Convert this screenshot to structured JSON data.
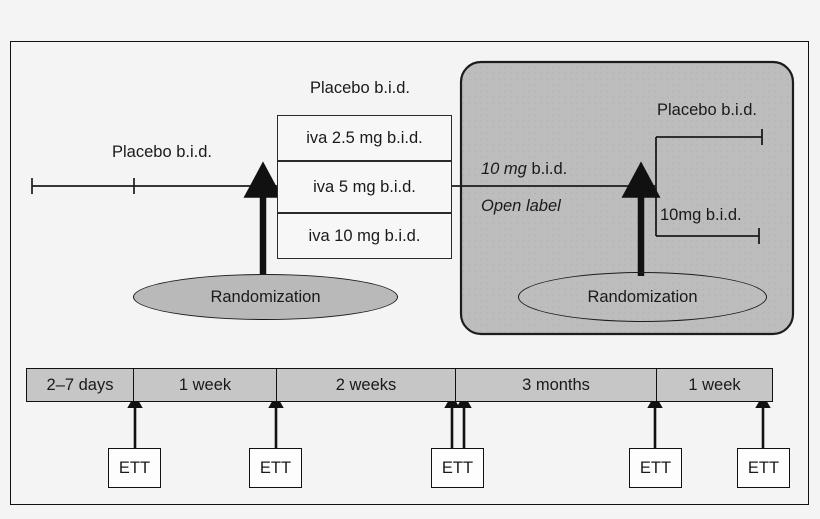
{
  "figure": {
    "type": "clinical-trial-design-diagram",
    "colors": {
      "frame_border": "#111111",
      "open_label_panel": "#bdbdbd",
      "timeline_segment": "#c6c6c6",
      "randomization_ellipse": "#b9b9b9",
      "treatment_box": "#f7f7f7",
      "background": "#f4f4f4",
      "text": "#1a1a1a"
    }
  },
  "runin": {
    "label": "Placebo b.i.d."
  },
  "double_blind": {
    "header_label": "Placebo b.i.d.",
    "arms": [
      {
        "label": "iva 2.5 mg b.i.d."
      },
      {
        "label": "iva 5 mg b.i.d."
      },
      {
        "label": "iva 10 mg b.i.d."
      }
    ],
    "randomization_label": "Randomization"
  },
  "open_label": {
    "dose_label_italic": "10 mg",
    "dose_label_rest": " b.i.d.",
    "phase_label": "Open label",
    "withdrawal": {
      "top_label": "Placebo b.i.d.",
      "bottom_label": "10mg b.i.d."
    },
    "randomization_label": "Randomization"
  },
  "timeline": {
    "segments": [
      {
        "label": "2–7 days"
      },
      {
        "label": "1 week"
      },
      {
        "label": "2 weeks"
      },
      {
        "label": "3 months"
      },
      {
        "label": "1 week"
      }
    ]
  },
  "assessments": {
    "marker_label": "ETT",
    "markers": [
      {
        "label": "ETT",
        "arrows": 1
      },
      {
        "label": "ETT",
        "arrows": 1
      },
      {
        "label": "ETT",
        "arrows": 2
      },
      {
        "label": "ETT",
        "arrows": 1
      },
      {
        "label": "ETT",
        "arrows": 1
      }
    ]
  }
}
